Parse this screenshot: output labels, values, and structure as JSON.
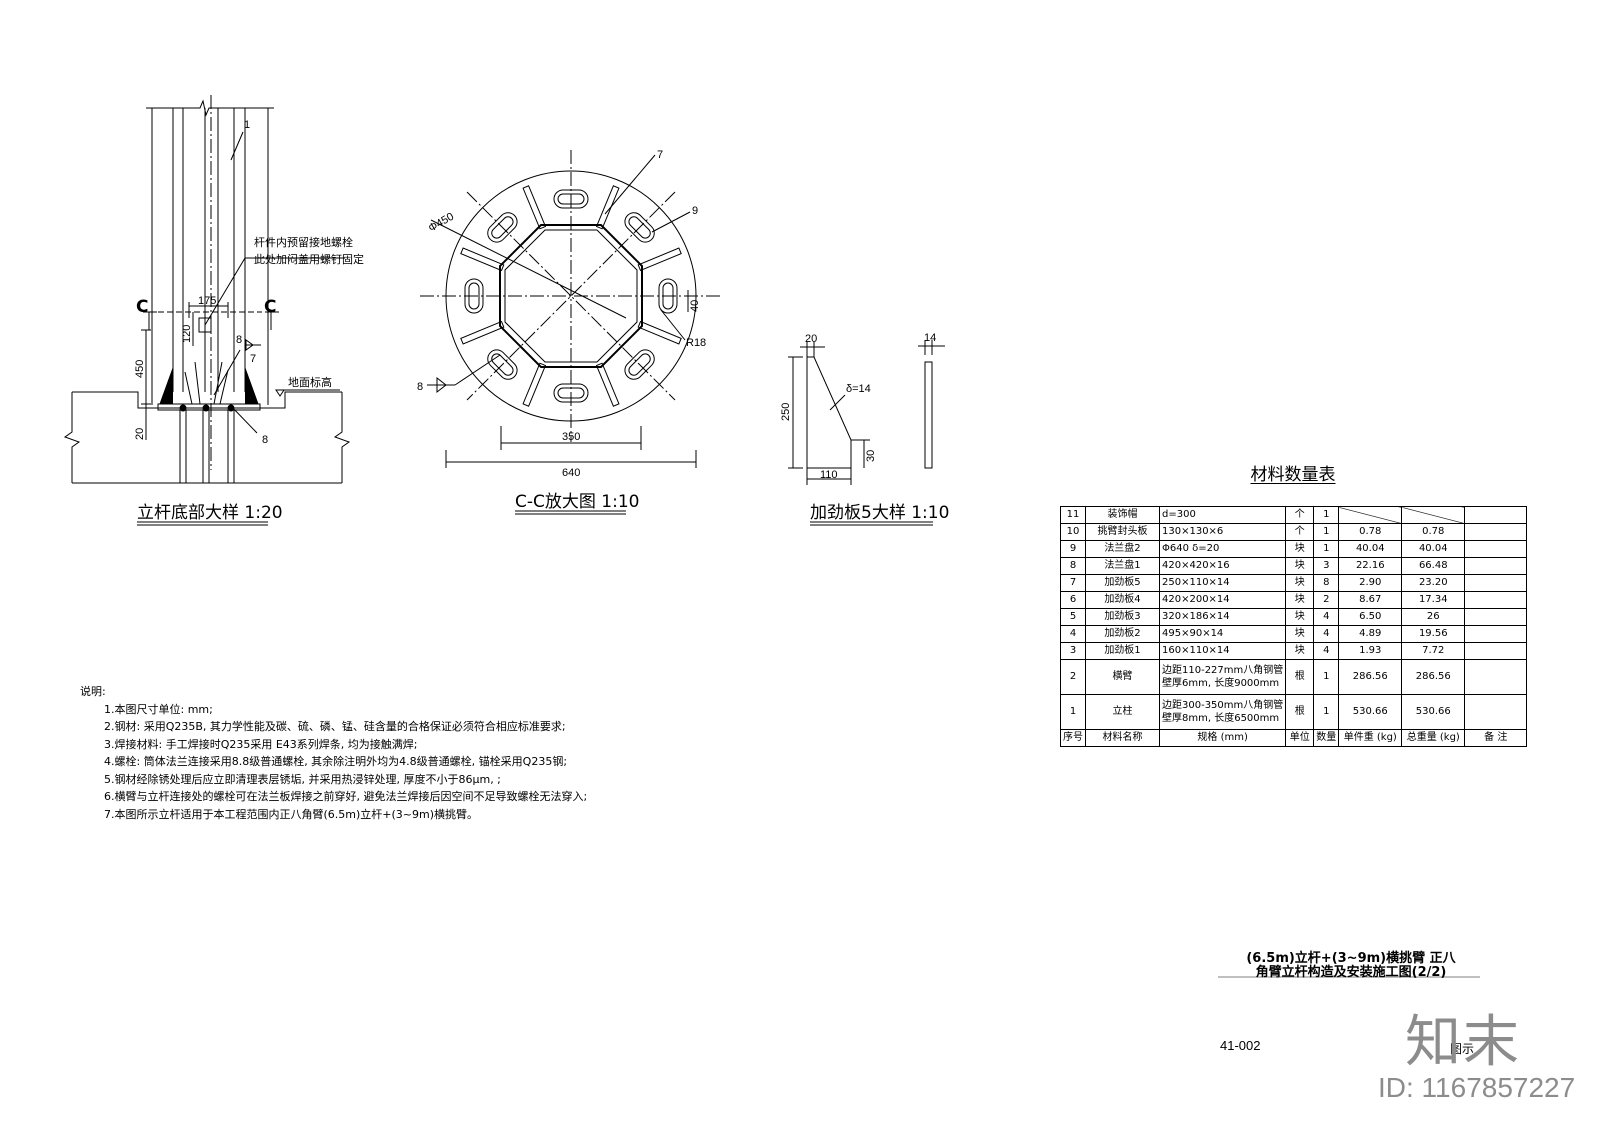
{
  "views": {
    "base": {
      "title": "立杆底部大样 1:20",
      "part_label_1": "1",
      "note_line1": "杆件内预留接地螺栓",
      "note_line2": "此处加闷盖用螺钉固定",
      "section_mark": "C",
      "dim_175": "175",
      "dim_120": "120",
      "dim_450": "450",
      "dim_20": "20",
      "weld_8a": "8",
      "part_7": "7",
      "weld_8b": "8",
      "ground_label": "地面标高"
    },
    "section": {
      "title": "C-C放大图 1:10",
      "dia_450": "Φ450",
      "part_7": "7",
      "part_9": "9",
      "dim_40": "40",
      "r18": "R18",
      "weld_8": "8",
      "dim_350": "350",
      "dim_640": "640"
    },
    "rib": {
      "title": "加劲板5大样 1:10",
      "dim_20": "20",
      "dim_14": "14",
      "dim_250": "250",
      "delta": "δ=14",
      "dim_30": "30",
      "dim_110": "110"
    }
  },
  "notes": {
    "heading": "说明:",
    "items": [
      "1.本图尺寸单位: mm;",
      "2.钢材: 采用Q235B, 其力学性能及碳、硫、磷、锰、硅含量的合格保证必须符合相应标准要求;",
      "3.焊接材料: 手工焊接时Q235采用 E43系列焊条, 均为接触满焊;",
      "4.螺栓: 筒体法兰连接采用8.8级普通螺栓, 其余除注明外均为4.8级普通螺栓, 锚栓采用Q235钢;",
      "5.钢材经除锈处理后应立即清理表层锈垢, 并采用热浸锌处理, 厚度不小于86μm, ;",
      "6.横臂与立杆连接处的螺栓可在法兰板焊接之前穿好, 避免法兰焊接后因空间不足导致螺栓无法穿入;",
      "7.本图所示立杆适用于本工程范围内正八角臂(6.5m)立杆+(3~9m)横挑臂。"
    ]
  },
  "table": {
    "title": "材料数量表",
    "header": [
      "序号",
      "材料名称",
      "规格 (mm)",
      "单位",
      "数量",
      "单件重 (kg)",
      "总重量 (kg)",
      "备 注"
    ],
    "rows": [
      {
        "no": "11",
        "name": "装饰帽",
        "spec": "d=300",
        "spec2": "",
        "unit": "个",
        "qty": "1",
        "unit_w": "",
        "total_w": "",
        "remark": "",
        "diag": true
      },
      {
        "no": "10",
        "name": "挑臂封头板",
        "spec": "130×130×6",
        "spec2": "",
        "unit": "个",
        "qty": "1",
        "unit_w": "0.78",
        "total_w": "0.78",
        "remark": "",
        "diag": false
      },
      {
        "no": "9",
        "name": "法兰盘2",
        "spec": "Φ640 δ=20",
        "spec2": "",
        "unit": "块",
        "qty": "1",
        "unit_w": "40.04",
        "total_w": "40.04",
        "remark": "",
        "diag": false
      },
      {
        "no": "8",
        "name": "法兰盘1",
        "spec": "420×420×16",
        "spec2": "",
        "unit": "块",
        "qty": "3",
        "unit_w": "22.16",
        "total_w": "66.48",
        "remark": "",
        "diag": false
      },
      {
        "no": "7",
        "name": "加劲板5",
        "spec": "250×110×14",
        "spec2": "",
        "unit": "块",
        "qty": "8",
        "unit_w": "2.90",
        "total_w": "23.20",
        "remark": "",
        "diag": false
      },
      {
        "no": "6",
        "name": "加劲板4",
        "spec": "420×200×14",
        "spec2": "",
        "unit": "块",
        "qty": "2",
        "unit_w": "8.67",
        "total_w": "17.34",
        "remark": "",
        "diag": false
      },
      {
        "no": "5",
        "name": "加劲板3",
        "spec": "320×186×14",
        "spec2": "",
        "unit": "块",
        "qty": "4",
        "unit_w": "6.50",
        "total_w": "26",
        "remark": "",
        "diag": false
      },
      {
        "no": "4",
        "name": "加劲板2",
        "spec": "495×90×14",
        "spec2": "",
        "unit": "块",
        "qty": "4",
        "unit_w": "4.89",
        "total_w": "19.56",
        "remark": "",
        "diag": false
      },
      {
        "no": "3",
        "name": "加劲板1",
        "spec": "160×110×14",
        "spec2": "",
        "unit": "块",
        "qty": "4",
        "unit_w": "1.93",
        "total_w": "7.72",
        "remark": "",
        "diag": false
      },
      {
        "no": "2",
        "name": "横臂",
        "spec": "边距110-227mm八角钢管",
        "spec2": "壁厚6mm, 长度9000mm",
        "unit": "根",
        "qty": "1",
        "unit_w": "286.56",
        "total_w": "286.56",
        "remark": "",
        "diag": false
      },
      {
        "no": "1",
        "name": "立柱",
        "spec": "边距300-350mm八角钢管",
        "spec2": "壁厚8mm, 长度6500mm",
        "unit": "根",
        "qty": "1",
        "unit_w": "530.66",
        "total_w": "530.66",
        "remark": "",
        "diag": false
      }
    ]
  },
  "title_block": {
    "line1": "(6.5m)立杆+(3~9m)横挑臂 正八",
    "line2": "角臂立杆构造及安装施工图(2/2)",
    "code": "41-002",
    "page_mark": "图示"
  },
  "brand": {
    "logo_text": "知末",
    "id_text": "ID: 1167857227"
  }
}
